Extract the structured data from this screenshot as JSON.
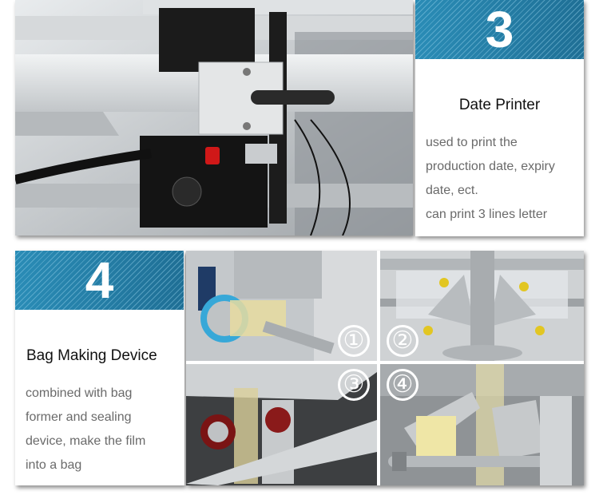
{
  "section3": {
    "number": "3",
    "title": "Date Printer",
    "description_lines": [
      "used to print the",
      "production date, expiry",
      "date, ect.",
      "can print 3 lines letter"
    ],
    "photo": "date-printer-machine-photo"
  },
  "section4": {
    "number": "4",
    "title": "Bag Making Device",
    "description_lines": [
      "combined with bag",
      "former and sealing",
      "device, make the film",
      "into a bag"
    ],
    "photos": [
      {
        "label": "①",
        "subject": "film-roll-unwinder-photo"
      },
      {
        "label": "②",
        "subject": "bag-former-collar-photo"
      },
      {
        "label": "③",
        "subject": "film-pulling-belt-photo"
      },
      {
        "label": "④",
        "subject": "sealing-jaws-photo"
      }
    ]
  },
  "colors": {
    "accent_blue": "#2a86ae",
    "title_text": "#111111",
    "desc_text": "#6a6a6a"
  }
}
